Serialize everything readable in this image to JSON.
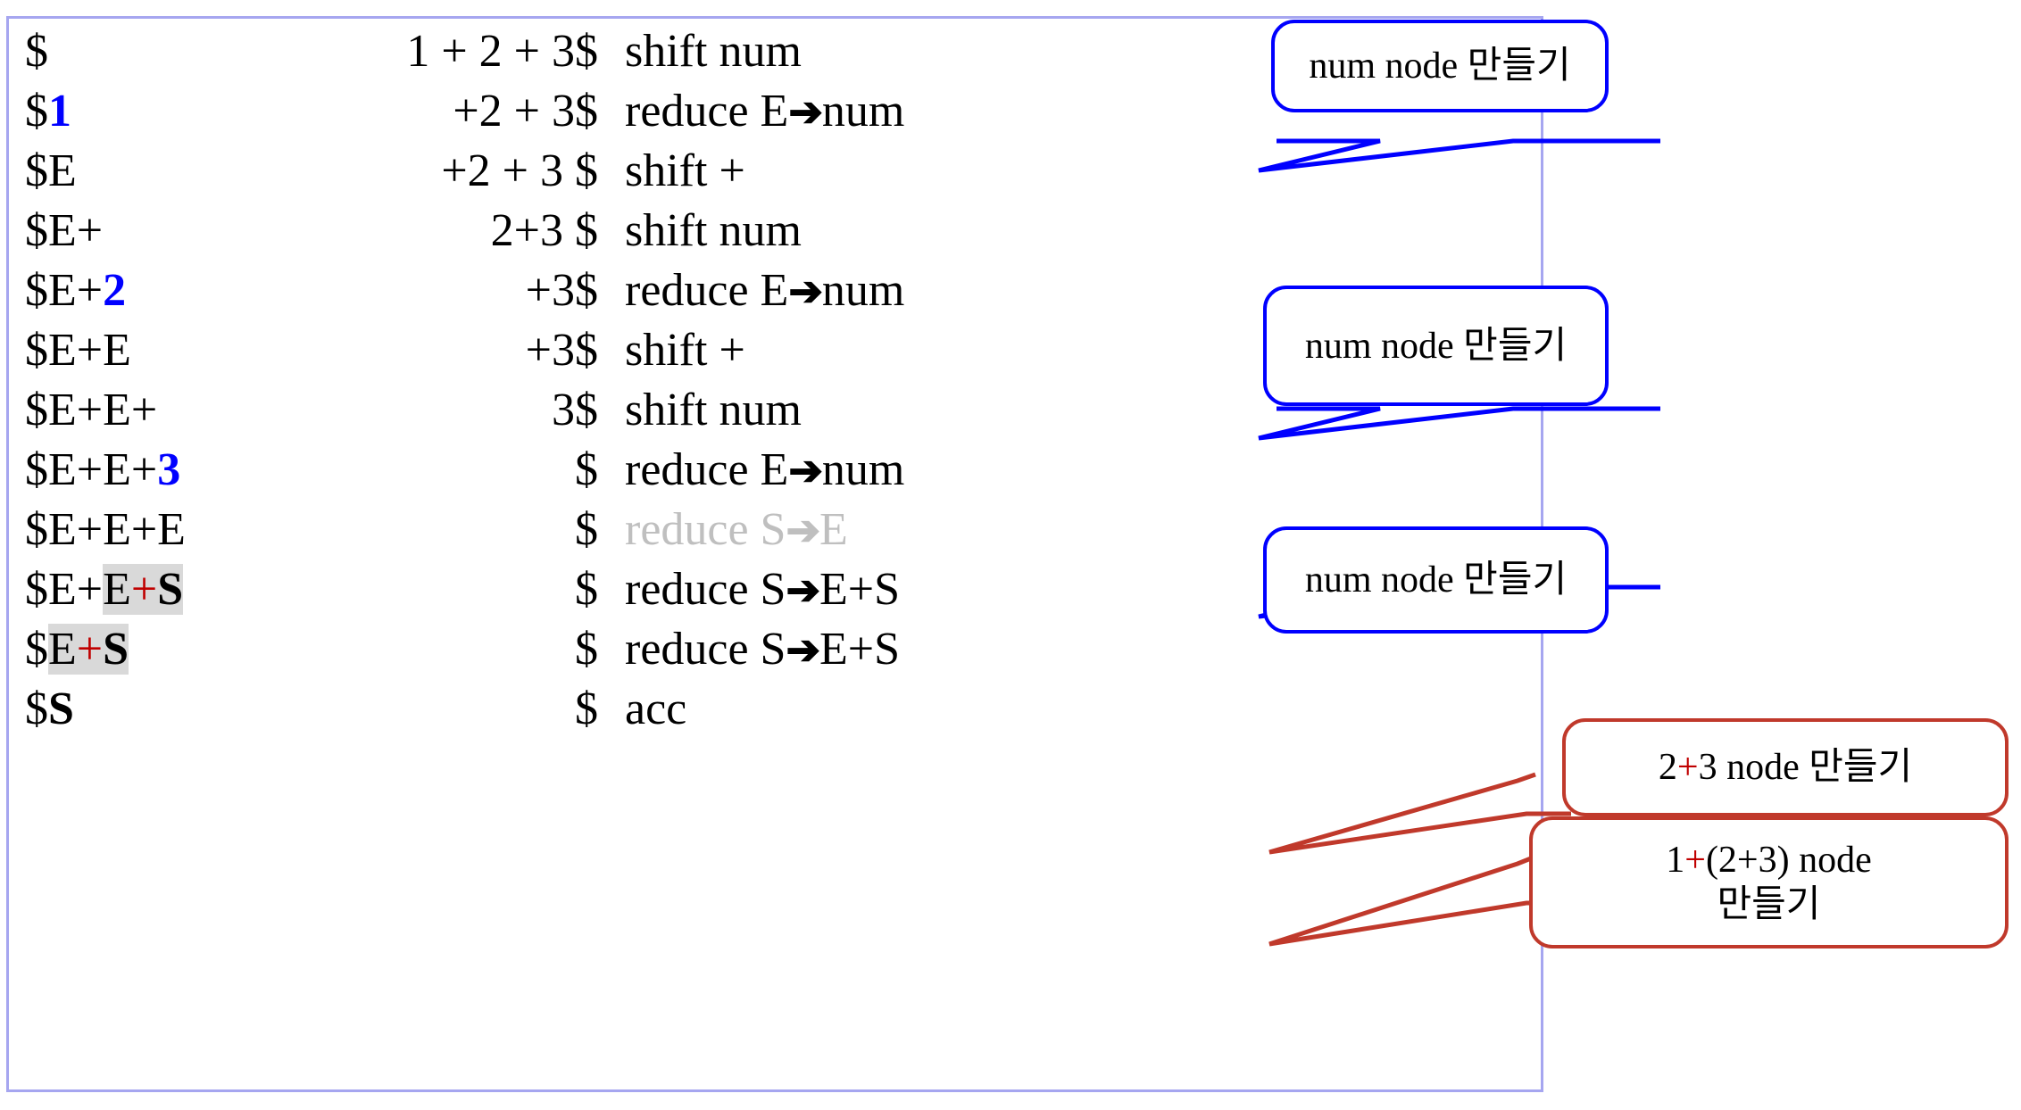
{
  "frame": {
    "border_color": "#a6a6f0"
  },
  "colors": {
    "blue": "#0000ff",
    "red": "#c0392b",
    "red_plus": "#c00000",
    "dim_gray": "#bfbfbf",
    "highlight": "#d9d9d9",
    "frame_border": "#a6a6f0"
  },
  "table": {
    "rows": [
      {
        "stack_html": "$",
        "input": "1 + 2 + 3$",
        "action_html": "shift num",
        "dim": false
      },
      {
        "stack_html": "$<b class='blue'>1</b>",
        "input": "+2 + 3$",
        "action_html": "reduce E<span class='arrow'>➔</span>num",
        "dim": false
      },
      {
        "stack_html": "$E",
        "input": "+2 + 3 $",
        "action_html": "shift +",
        "dim": false
      },
      {
        "stack_html": "$E+",
        "input": "2+3 $",
        "action_html": "shift num",
        "dim": false
      },
      {
        "stack_html": "$E+<b class='blue'>2</b>",
        "input": "+3$",
        "action_html": "reduce E<span class='arrow'>➔</span>num",
        "dim": false
      },
      {
        "stack_html": "$E+E",
        "input": "+3$",
        "action_html": "shift +",
        "dim": false
      },
      {
        "stack_html": "$E+E+",
        "input": "3$",
        "action_html": "shift num",
        "dim": false
      },
      {
        "stack_html": "$E+E+<b class='blue'>3</b>",
        "input": "$",
        "action_html": "reduce E<span class='arrow'>➔</span>num",
        "dim": false
      },
      {
        "stack_html": "$E+E+E",
        "input": "$",
        "action_html": "reduce S<span class='arrow'>➔</span>E",
        "dim": true
      },
      {
        "stack_html": "$E+<span class='hl'>E<span class='redplus'>+</span><b>S</b></span>",
        "input": "$",
        "action_html": "reduce S<span class='arrow'>➔</span>E+S",
        "dim": false
      },
      {
        "stack_html": "$<span class='hl'>E<span class='redplus'>+</span><b>S</b></span>",
        "input": "$",
        "action_html": "reduce S<span class='arrow'>➔</span>E+S",
        "dim": false
      },
      {
        "stack_html": "$<b>S</b>",
        "input": "$",
        "action_html": "acc",
        "dim": false
      }
    ]
  },
  "callouts": [
    {
      "id": "num-node-1",
      "kind": "blue",
      "text_html": "num node 만들기",
      "plain": "num node 만들기"
    },
    {
      "id": "num-node-2",
      "kind": "blue",
      "text_html": "num node 만들기",
      "plain": "num node 만들기"
    },
    {
      "id": "num-node-3",
      "kind": "blue",
      "text_html": "num node 만들기",
      "plain": "num node 만들기"
    },
    {
      "id": "sum-23",
      "kind": "red",
      "text_html": "2<span class='redplus'>+</span>3 node 만들기",
      "plain": "2+3 node 만들기"
    },
    {
      "id": "sum-1-23",
      "kind": "red",
      "text_html": "1<span class='redplus'>+</span>(2+3) node<br>만들기",
      "plain": "1+(2+3) node 만들기"
    }
  ]
}
